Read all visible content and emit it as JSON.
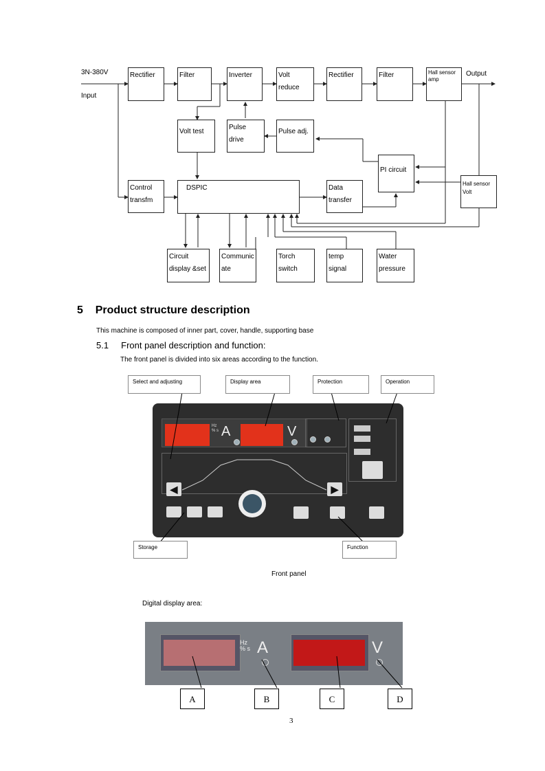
{
  "diagram": {
    "input_voltage": "3N-380V",
    "input_label": "Input",
    "output_label": "Output",
    "blocks": {
      "rectifier1": "Rectifier",
      "filter1": "Filter",
      "inverter": "Inverter",
      "volt_reduce": "Volt reduce",
      "rectifier2": "Rectifier",
      "filter2": "Filter",
      "hall_amp": "Hall sensor amp",
      "volt_test": "Volt test",
      "pulse_drive": "Pulse drive",
      "pulse_adj": "Pulse adj.",
      "pi_circuit": "PI circuit",
      "control_transfm": "Control transfm",
      "dspic": "DSPIC",
      "data_transfer": "Data transfer",
      "hall_volt": "Hall sensor Volt",
      "circuit_display": "Circuit display &set",
      "communicate": "Communic ate",
      "torch_switch": "Torch switch",
      "temp_signal": "temp signal",
      "water_pressure": "Water pressure"
    }
  },
  "section": {
    "number": "5",
    "title": "Product structure description",
    "intro": "This machine is composed of inner part, cover, handle, supporting base",
    "sub_number": "5.1",
    "sub_title": "Front panel description and function:",
    "sub_intro": "The front panel is divided into six areas according to the function."
  },
  "panel_figure": {
    "callouts": {
      "select": "Select   and   adjusting",
      "display": "Display area",
      "protection": "Protection",
      "operation": "Operation",
      "storage": "Storage",
      "function": "Function"
    },
    "units_left": "Hz % s",
    "unit_a": "A",
    "unit_v": "V",
    "caption": "Front panel"
  },
  "display_figure": {
    "heading": "Digital display area:",
    "units": "Hz % s",
    "unit_a": "A",
    "unit_v": "V",
    "letters": [
      "A",
      "B",
      "C",
      "D"
    ]
  },
  "page_number": "3"
}
